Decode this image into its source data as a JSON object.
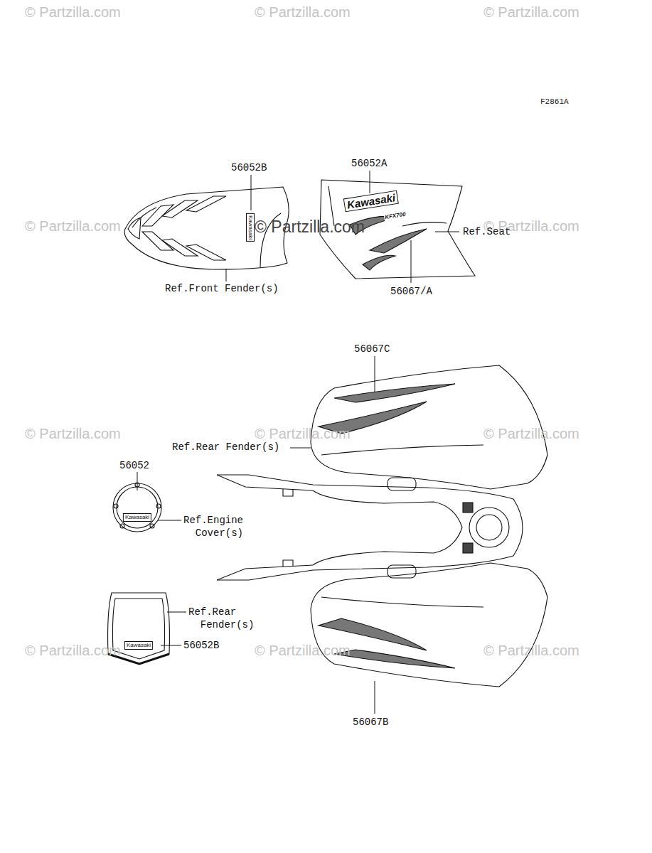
{
  "diagram": {
    "labels": [
      "© Partzilla.com",
      "© Partzilla.com",
      "© Partzilla.com",
      "F2861A",
      "56052B",
      "56052A",
      "Kawasaki",
      "Kawasaki",
      "KFX700",
      "© Partzilla.com",
      "© Partzilla.com",
      "© Partzilla.com",
      "Ref.Seat",
      "Ref.Front Fender(s)",
      "56067/A",
      "56067C",
      "© Partzilla.com",
      "© Partzilla.com",
      "© Partzilla.com",
      "Ref.Rear Fender(s)",
      "56052",
      "Kawasaki",
      "Ref.Engine Cover(s)",
      "Ref.Rear Fender(s)",
      "Kawasaki",
      "© Partzilla.com",
      "© Partzilla.com",
      "© Partzilla.com",
      "56052B",
      "56067B"
    ]
  }
}
